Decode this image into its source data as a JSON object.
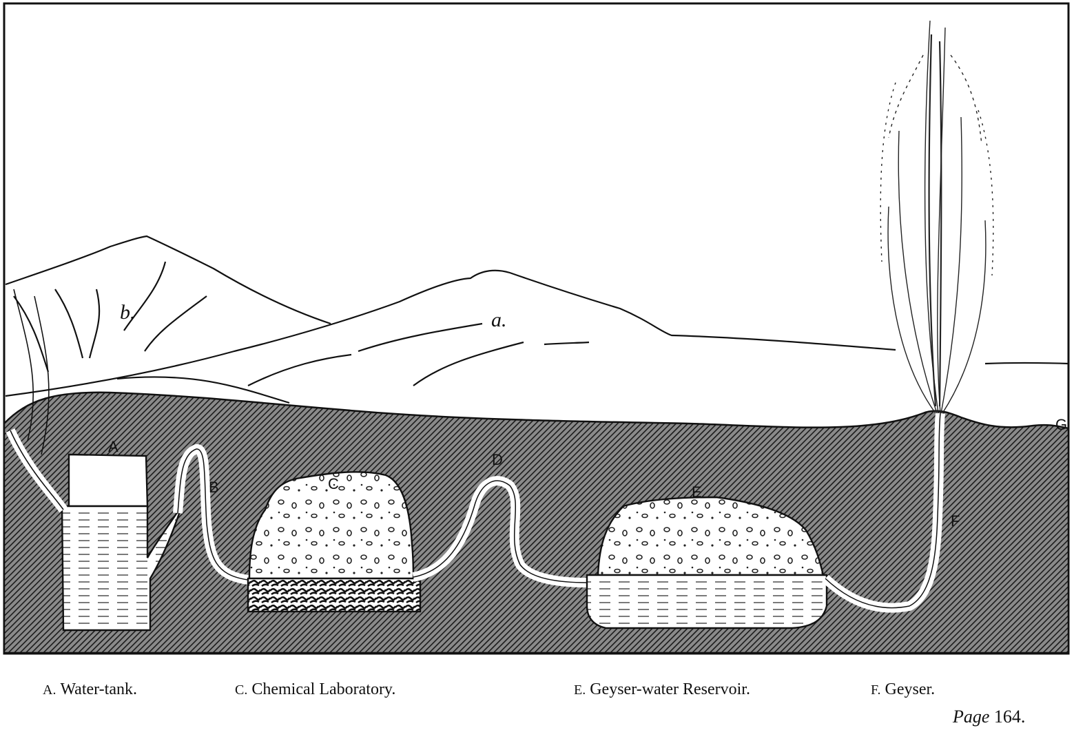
{
  "labels": {
    "A": "A",
    "B": "B",
    "C": "C",
    "D": "D",
    "E": "E",
    "F": "F",
    "G": "G",
    "a": "a.",
    "b": "b."
  },
  "caption": {
    "a_key": "A.",
    "a_text": "Water-tank.",
    "c_key": "C.",
    "c_text": "Chemical Laboratory.",
    "e_key": "E.",
    "e_text": "Geyser-water Reservoir.",
    "f_key": "F.",
    "f_text": "Geyser."
  },
  "page": {
    "word": "Page",
    "number": "164."
  },
  "colors": {
    "ink": "#111111",
    "ground": "#555555",
    "paper": "#ffffff"
  }
}
